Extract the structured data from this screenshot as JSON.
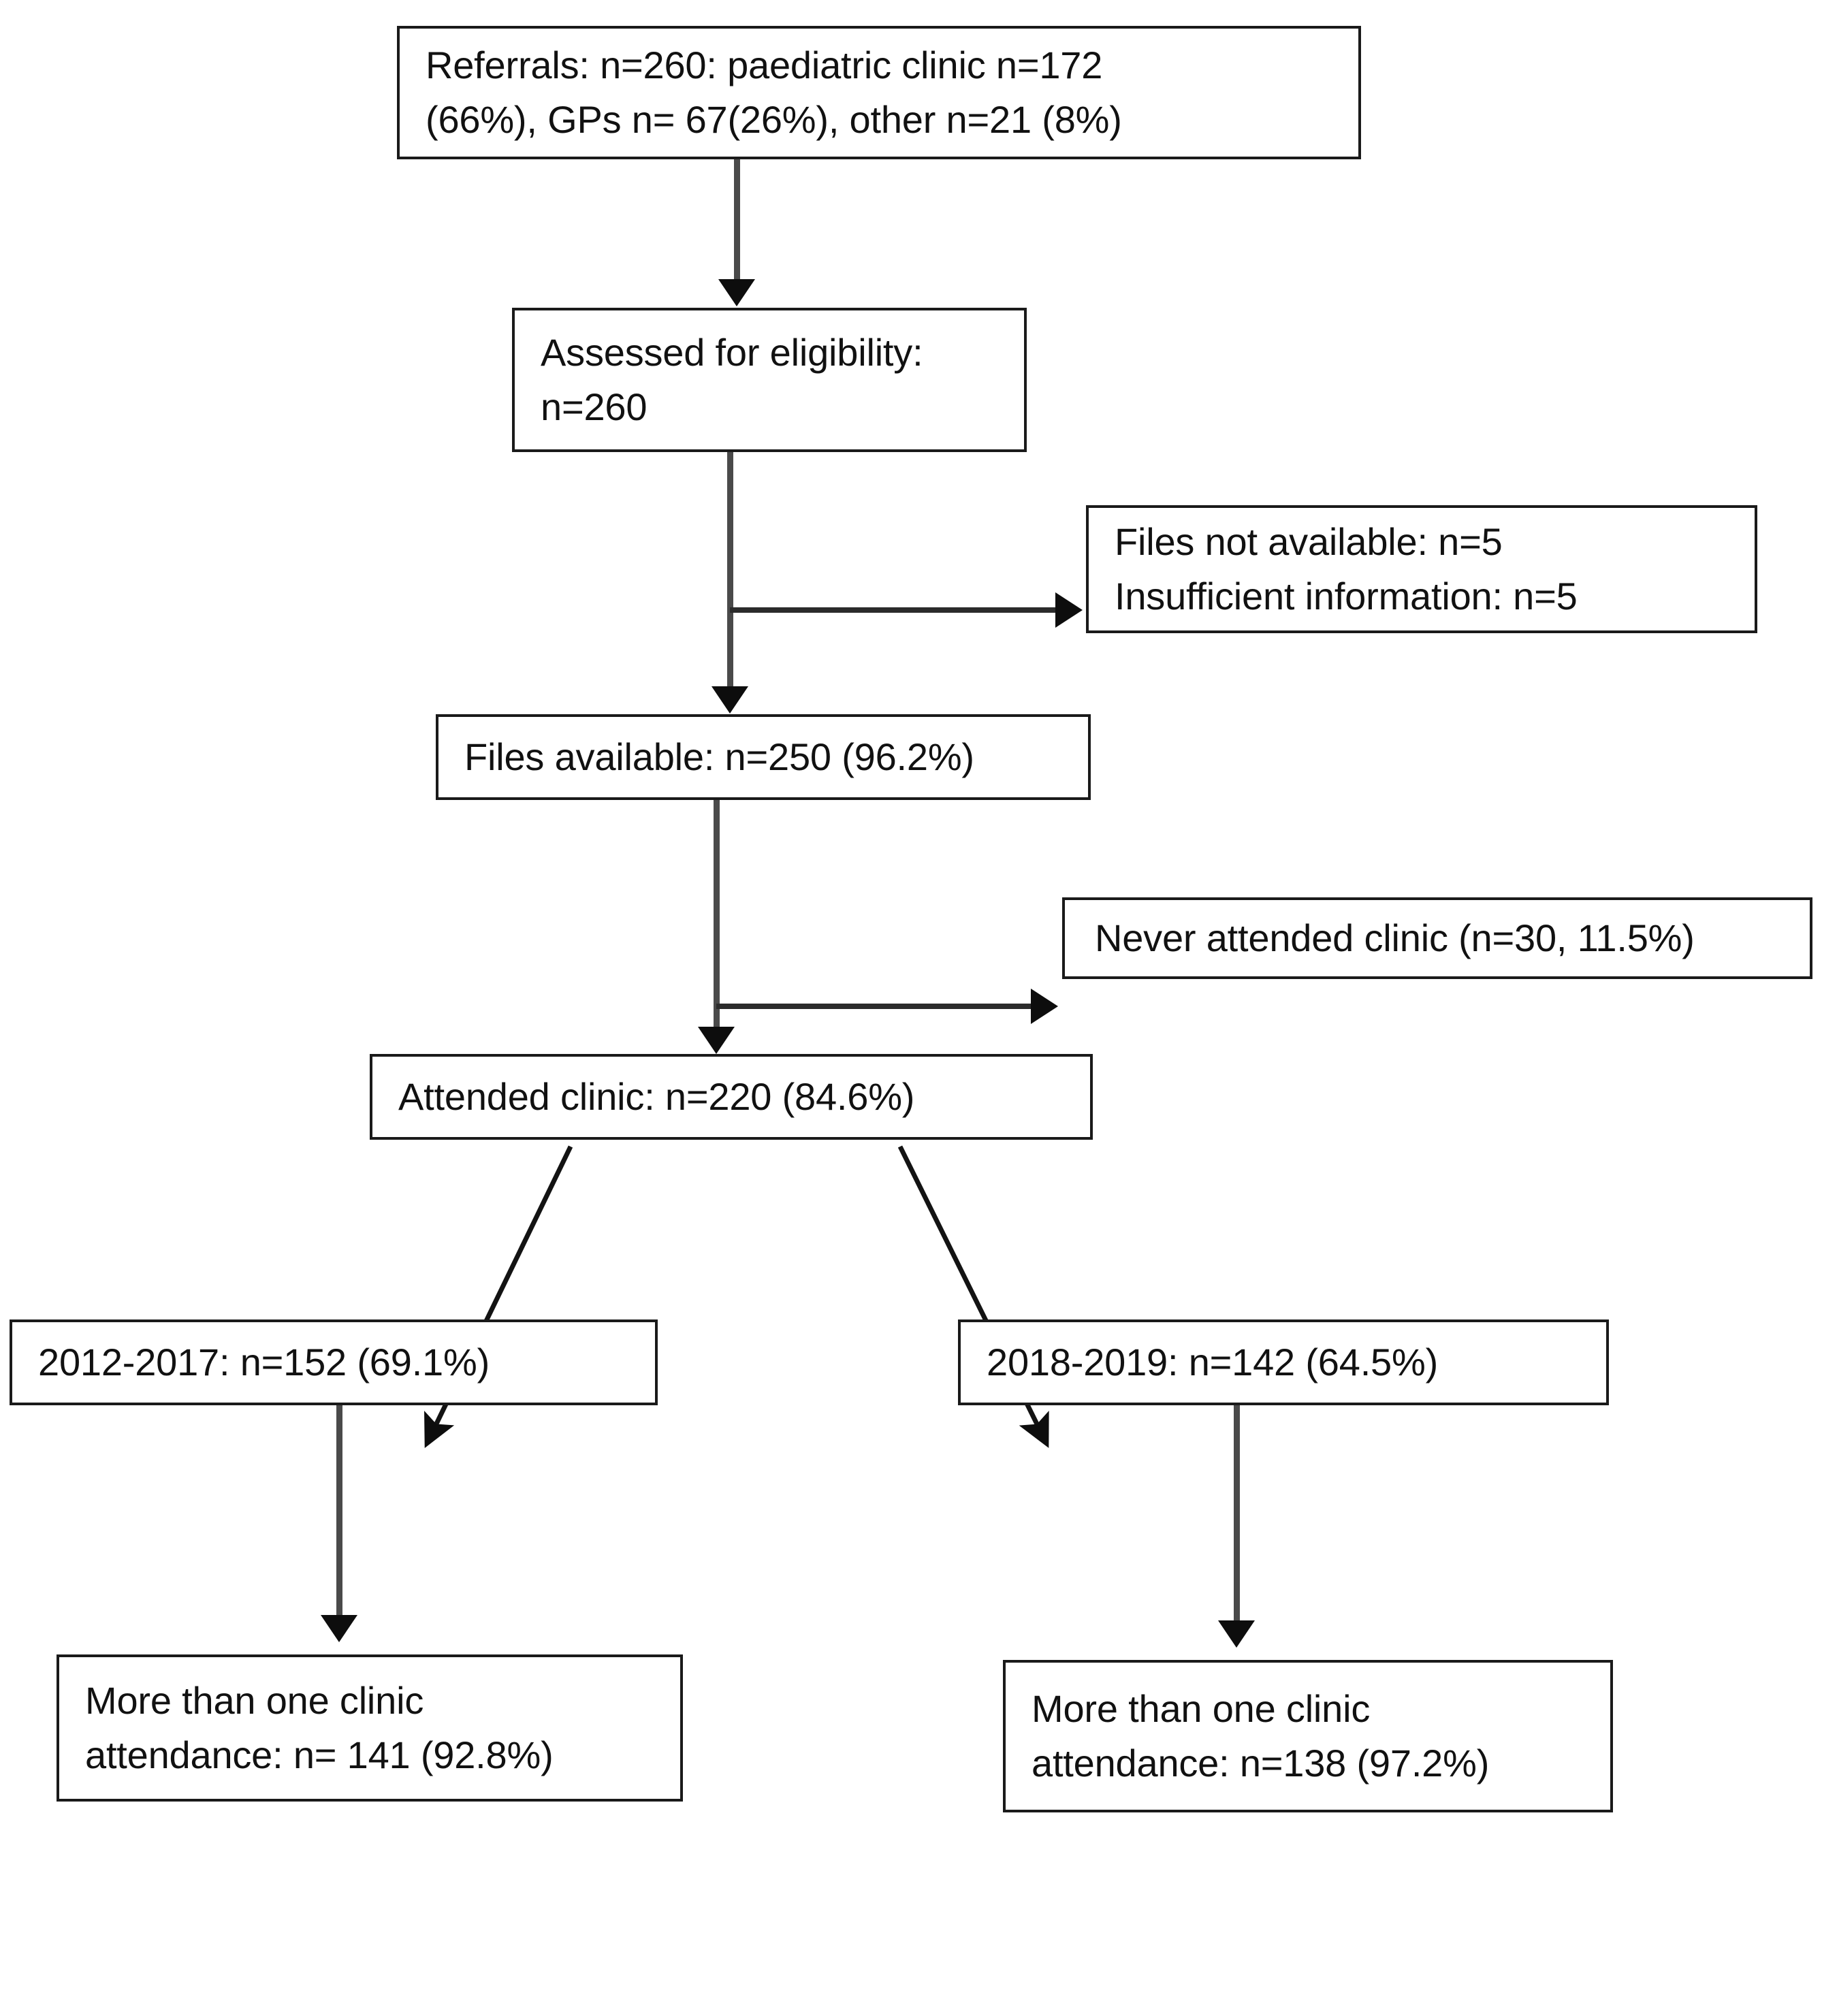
{
  "diagram": {
    "type": "flowchart",
    "title": "Study participant flow (CONSORT-style diagram)",
    "nodes": [
      {
        "id": "referrals",
        "lines": [
          "Referrals: n=260: paediatric clinic n=172",
          "(66%), GPs n= 67(26%), other n=21 (8%)"
        ]
      },
      {
        "id": "assessed",
        "lines": [
          "Assessed for eligibility:",
          "n=260"
        ]
      },
      {
        "id": "files_excluded",
        "lines": [
          "Files not available: n=5",
          "Insufficient information: n=5"
        ]
      },
      {
        "id": "files_available",
        "lines": [
          "Files available: n=250 (96.2%)"
        ]
      },
      {
        "id": "never_attended",
        "lines": [
          "Never attended clinic (n=30, 11.5%)"
        ]
      },
      {
        "id": "attended",
        "lines": [
          "Attended clinic: n=220 (84.6%)"
        ]
      },
      {
        "id": "period_2012_2017",
        "lines": [
          "2012-2017: n=152 (69.1%)"
        ]
      },
      {
        "id": "period_2018_2019",
        "lines": [
          "2018-2019: n=142 (64.5%)"
        ]
      },
      {
        "id": "more_than_one_left",
        "lines": [
          "More than one clinic",
          "attendance: n= 141 (92.8%)"
        ]
      },
      {
        "id": "more_than_one_right",
        "lines": [
          "More than one clinic",
          "attendance: n=138 (97.2%)"
        ]
      }
    ],
    "edges": [
      {
        "from": "referrals",
        "to": "assessed",
        "kind": "arrow-down"
      },
      {
        "from": "assessed",
        "to": "files_excluded",
        "kind": "arrow-right"
      },
      {
        "from": "assessed",
        "to": "files_available",
        "kind": "arrow-down"
      },
      {
        "from": "files_available",
        "to": "never_attended",
        "kind": "arrow-right"
      },
      {
        "from": "files_available",
        "to": "attended",
        "kind": "arrow-down"
      },
      {
        "from": "attended",
        "to": "period_2012_2017",
        "kind": "arrow-diagonal-left"
      },
      {
        "from": "attended",
        "to": "period_2018_2019",
        "kind": "arrow-diagonal-right"
      },
      {
        "from": "period_2012_2017",
        "to": "more_than_one_left",
        "kind": "arrow-down"
      },
      {
        "from": "period_2018_2019",
        "to": "more_than_one_right",
        "kind": "arrow-down"
      }
    ],
    "colors": {
      "background": "#ffffff",
      "box_border": "#1a1a1a",
      "text": "#111111",
      "connector": "#2b2b2b",
      "arrowhead": "#0d0d0d"
    }
  }
}
